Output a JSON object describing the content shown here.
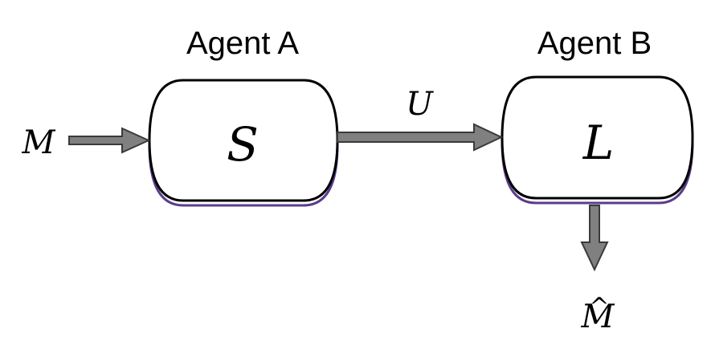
{
  "agent_a": {
    "title": "Agent A",
    "block_symbol": "S"
  },
  "agent_b": {
    "title": "Agent B",
    "block_symbol": "L"
  },
  "input_symbol": "M",
  "channel_symbol": "U",
  "output_symbol": "M",
  "output_hat": "^",
  "colors": {
    "arrow_fill": "#808080",
    "arrow_stroke": "#3a3a3a",
    "box_stroke": "#000000",
    "box_shadow": "#5a3c8c"
  }
}
